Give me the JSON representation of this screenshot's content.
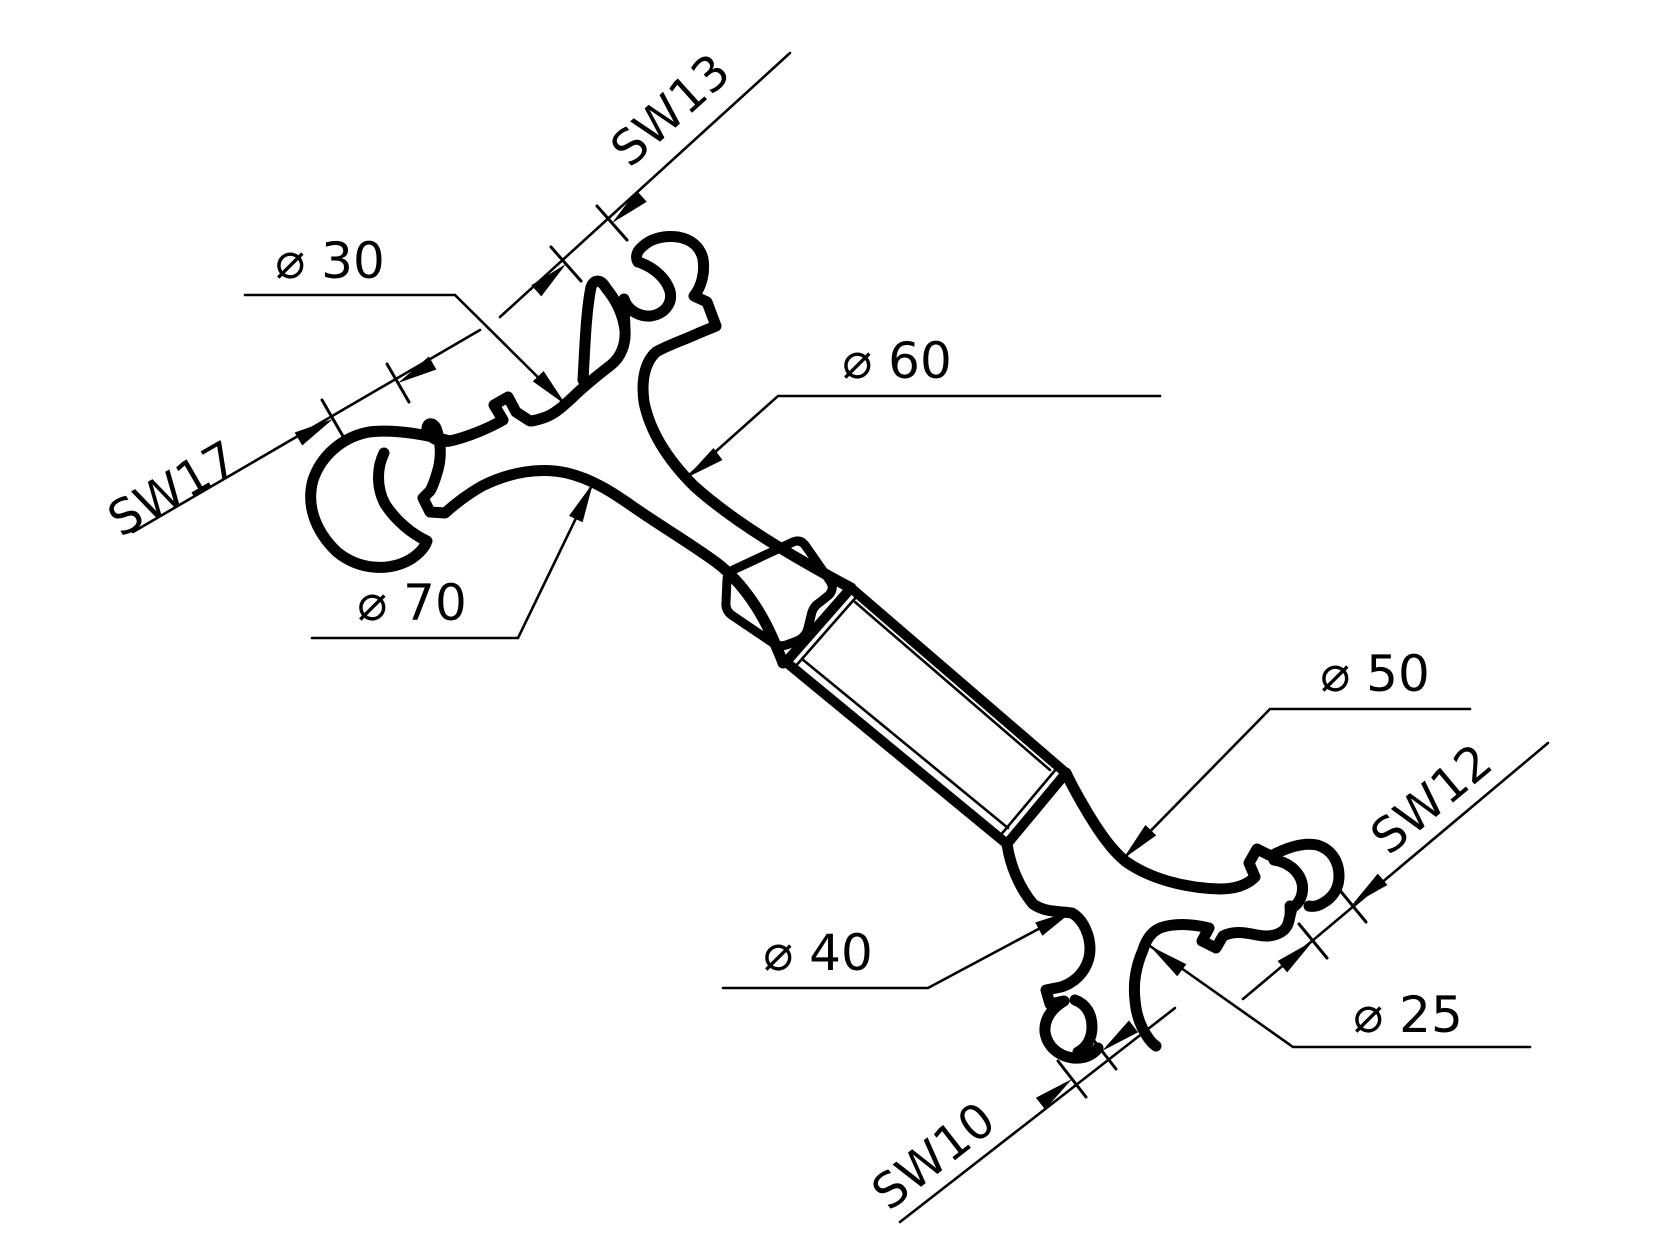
{
  "drawing": {
    "labels": {
      "sw13": "SW13",
      "sw17": "SW17",
      "sw12": "SW12",
      "sw10": "SW10",
      "d30": "⌀ 30",
      "d60": "⌀ 60",
      "d70": "⌀ 70",
      "d50": "⌀ 50",
      "d40": "⌀ 40",
      "d25": "⌀ 25"
    },
    "colors": {
      "line": "#000000",
      "background": "#ffffff"
    }
  }
}
